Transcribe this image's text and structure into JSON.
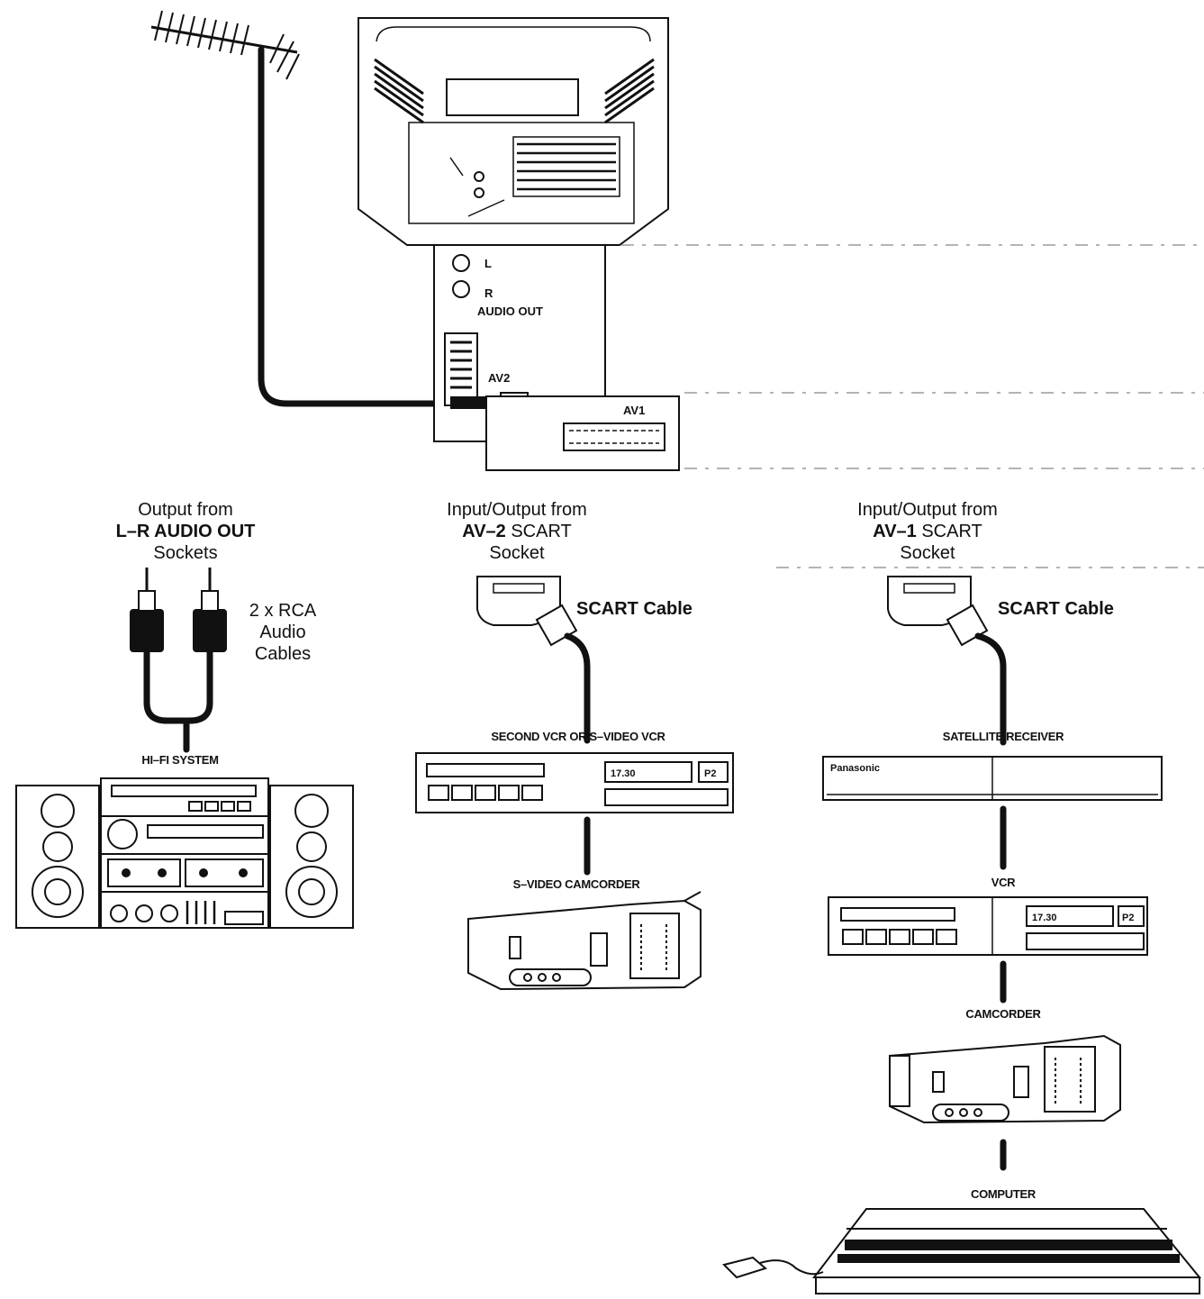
{
  "tv": {
    "audio_out_label": "AUDIO OUT",
    "left_label": "L",
    "right_label": "R",
    "av2_label": "AV2",
    "av1_label": "AV1"
  },
  "columns": {
    "left": {
      "heading_line1": "Output from",
      "heading_line2": "L–R AUDIO OUT",
      "heading_line3": "Sockets",
      "cable_line1": "2 x RCA",
      "cable_line2": "Audio",
      "cable_line3": "Cables",
      "device_label": "HI–FI SYSTEM"
    },
    "middle": {
      "heading_line1": "Input/Output from",
      "heading_bold": "AV–2",
      "heading_rest": " SCART",
      "heading_line3": "Socket",
      "cable_label": "SCART Cable",
      "device1_label": "SECOND VCR OR S–VIDEO VCR",
      "device1_display": "17.30",
      "device1_channel": "P2",
      "device2_label": "S–VIDEO CAMCORDER"
    },
    "right": {
      "heading_line1": "Input/Output from",
      "heading_bold": "AV–1",
      "heading_rest": " SCART",
      "heading_line3": "Socket",
      "cable_label": "SCART Cable",
      "device1_label": "SATELLITE RECEIVER",
      "device1_brand": "Panasonic",
      "device2_label": "VCR",
      "device2_display": "17.30",
      "device2_channel": "P2",
      "device3_label": "CAMCORDER",
      "device4_label": "COMPUTER"
    }
  }
}
